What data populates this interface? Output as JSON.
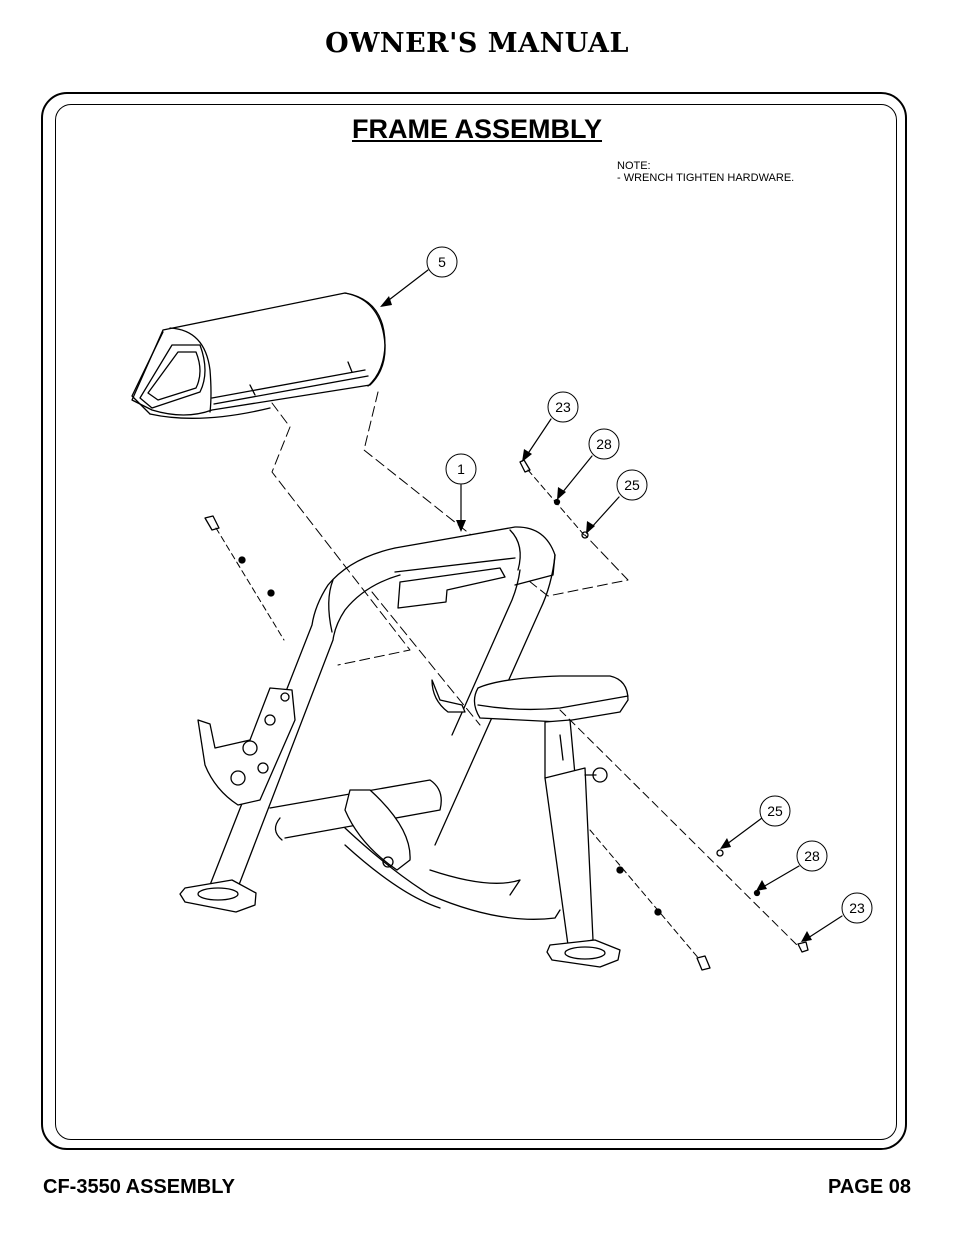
{
  "header": {
    "title": "OWNER'S MANUAL"
  },
  "section": {
    "title": "FRAME ASSEMBLY"
  },
  "note": {
    "heading": "NOTE:",
    "line1": "-  WRENCH TIGHTEN HARDWARE."
  },
  "callouts": {
    "c5": "5",
    "c1": "1",
    "c23_top": "23",
    "c28_top": "28",
    "c25_top": "25",
    "c25_bottom": "25",
    "c28_bottom": "28",
    "c23_bottom": "23"
  },
  "footer": {
    "left": "CF-3550 ASSEMBLY",
    "right": "PAGE 08"
  }
}
